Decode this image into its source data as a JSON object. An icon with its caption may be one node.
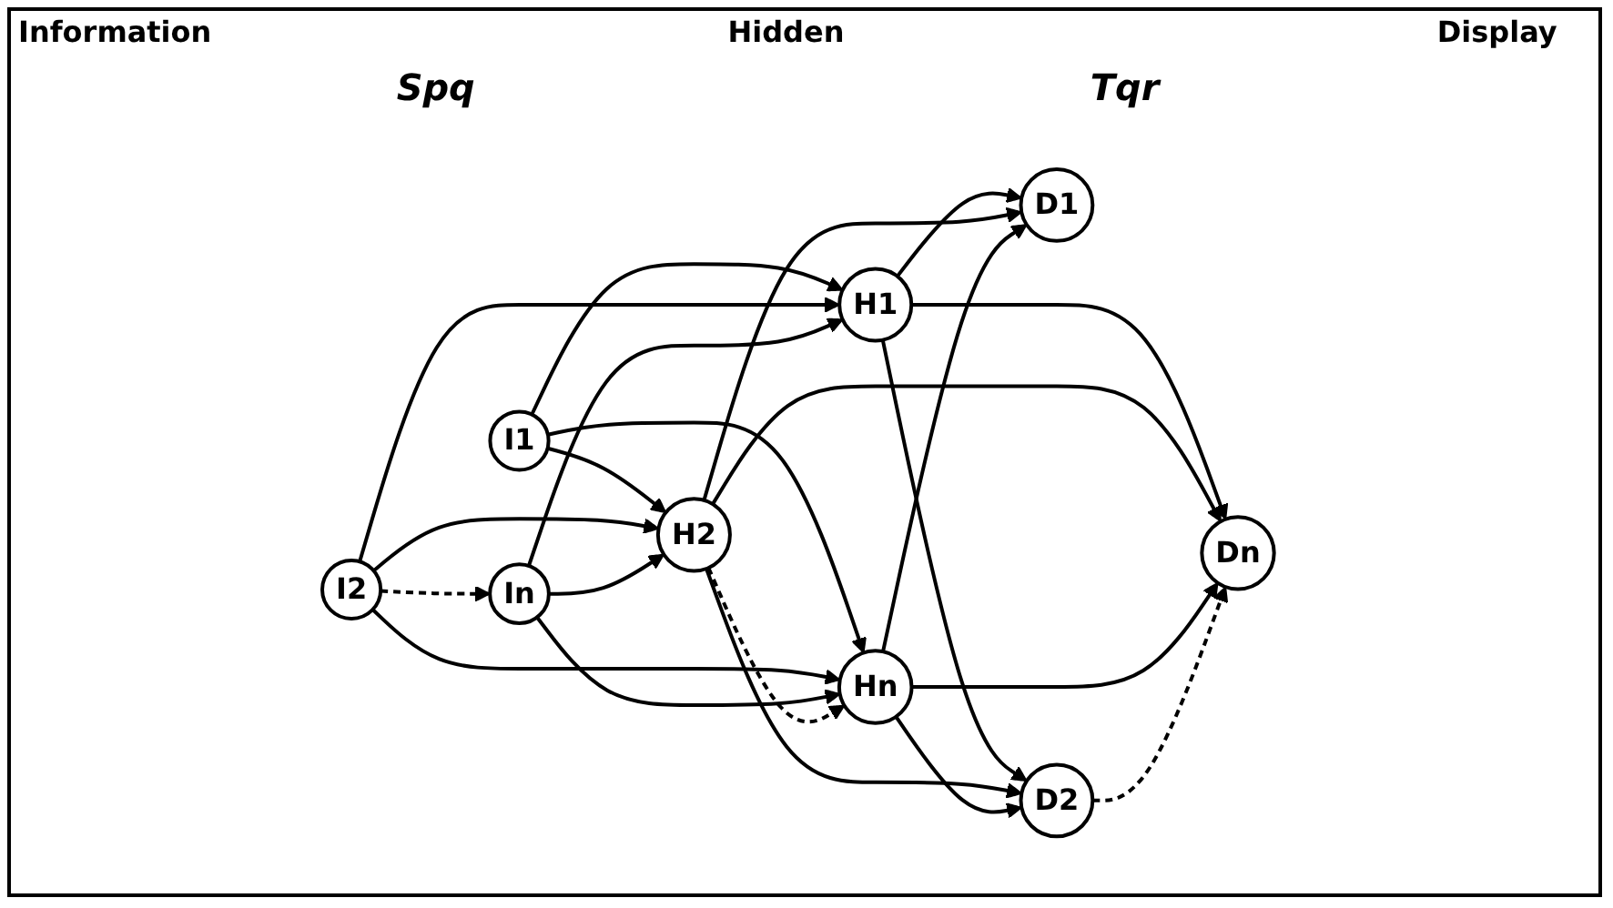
{
  "diagram": {
    "nodes": [
      {
        "text": [
          "I1"
        ]
      },
      {
        "text": [
          "I2"
        ]
      },
      {
        "text": [
          "In"
        ]
      },
      {
        "text": [
          "H1"
        ]
      },
      {
        "text": [
          "H2"
        ]
      },
      {
        "text": [
          "Hn"
        ]
      },
      {
        "text": [
          "D1"
        ]
      },
      {
        "text": [
          "D2"
        ]
      },
      {
        "text": [
          "Dn"
        ]
      }
    ],
    "edges": [
      {
        "from": 0,
        "to": 3,
        "arrow": "to"
      },
      {
        "from": 0,
        "to": 4,
        "arrow": "to"
      },
      {
        "from": 0,
        "to": 5,
        "arrow": "to"
      },
      {
        "from": 1,
        "to": 3,
        "arrow": "to"
      },
      {
        "from": 1,
        "to": 4,
        "arrow": "to"
      },
      {
        "from": 1,
        "to": 5,
        "arrow": "to"
      },
      {
        "from": 2,
        "to": 3,
        "arrow": "to"
      },
      {
        "from": 2,
        "to": 4,
        "arrow": "to"
      },
      {
        "from": 2,
        "to": 5,
        "arrow": "to"
      },
      {
        "from": 3,
        "to": 6,
        "arrow": "to"
      },
      {
        "from": 3,
        "to": 7,
        "arrow": "to"
      },
      {
        "from": 3,
        "to": 8,
        "arrow": "to"
      },
      {
        "from": 4,
        "to": 6,
        "arrow": "to"
      },
      {
        "from": 4,
        "to": 7,
        "arrow": "to"
      },
      {
        "from": 4,
        "to": 8,
        "arrow": "to"
      },
      {
        "from": 5,
        "to": 6,
        "arrow": "to"
      },
      {
        "from": 5,
        "to": 7,
        "arrow": "to"
      },
      {
        "from": 5,
        "to": 8,
        "arrow": "to"
      },
      {
        "from": 1,
        "to": 2,
        "arrow": "to",
        "style": "dashed"
      },
      {
        "from": 4,
        "to": 5,
        "arrow": "to",
        "style": "dashed"
      },
      {
        "from": 7,
        "to": 8,
        "arrow": "to",
        "style": "dashed"
      }
    ],
    "labels": [
      "Information",
      "Hidden",
      "Display",
      "Spq",
      "Tqr"
    ]
  }
}
